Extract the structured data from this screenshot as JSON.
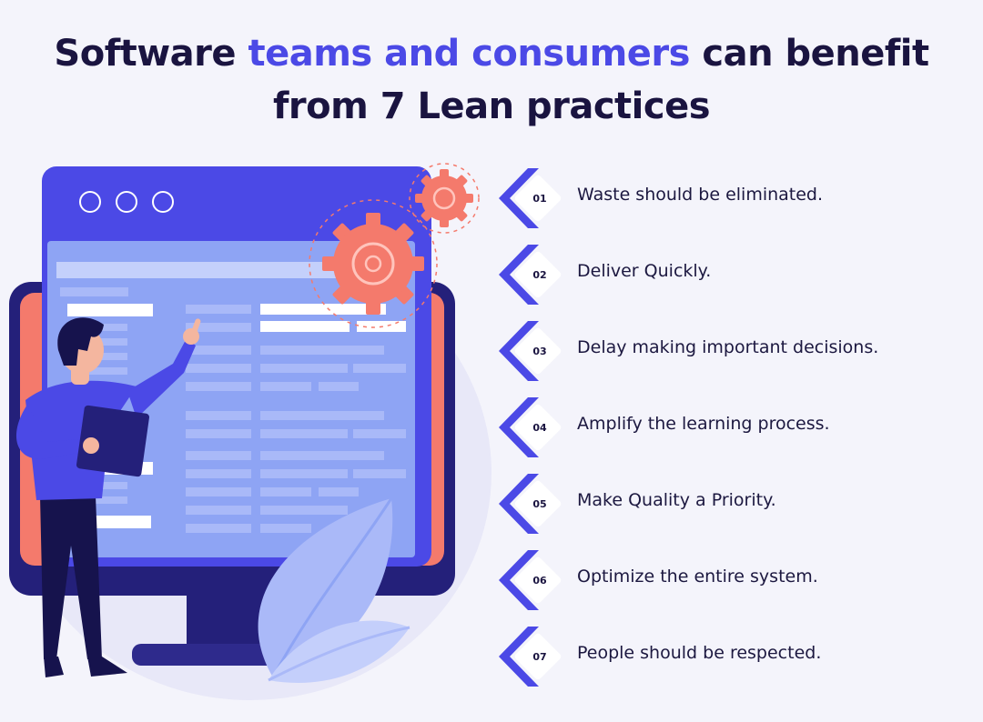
{
  "title": {
    "before": "Software ",
    "accent": "teams and consumers",
    "after": " can benefit",
    "line2": "from 7 Lean practices"
  },
  "colors": {
    "accent": "#4b49e6",
    "title": "#1a1440",
    "background": "#f4f4fb",
    "coral": "#f47a6c",
    "navy": "#24207a"
  },
  "practices": [
    {
      "num": "01",
      "text": "Waste should be eliminated."
    },
    {
      "num": "02",
      "text": "Deliver Quickly."
    },
    {
      "num": "03",
      "text": "Delay making important decisions."
    },
    {
      "num": "04",
      "text": "Amplify the learning process."
    },
    {
      "num": "05",
      "text": "Make Quality a Priority."
    },
    {
      "num": "06",
      "text": "Optimize the entire system."
    },
    {
      "num": "07",
      "text": "People should be respected."
    }
  ]
}
